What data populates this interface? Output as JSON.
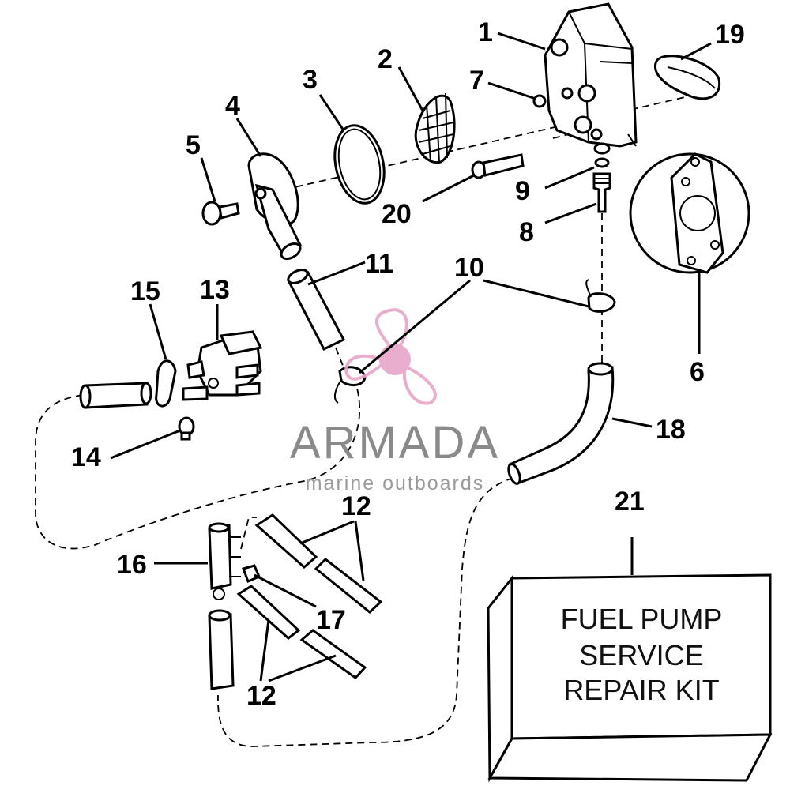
{
  "callouts": [
    {
      "id": "1",
      "label": "1"
    },
    {
      "id": "2",
      "label": "2"
    },
    {
      "id": "3",
      "label": "3"
    },
    {
      "id": "4",
      "label": "4"
    },
    {
      "id": "5",
      "label": "5"
    },
    {
      "id": "6",
      "label": "6"
    },
    {
      "id": "7",
      "label": "7"
    },
    {
      "id": "8",
      "label": "8"
    },
    {
      "id": "9",
      "label": "9"
    },
    {
      "id": "10",
      "label": "10"
    },
    {
      "id": "11",
      "label": "11"
    },
    {
      "id": "12a",
      "label": "12"
    },
    {
      "id": "12b",
      "label": "12"
    },
    {
      "id": "13",
      "label": "13"
    },
    {
      "id": "14",
      "label": "14"
    },
    {
      "id": "15",
      "label": "15"
    },
    {
      "id": "16",
      "label": "16"
    },
    {
      "id": "17",
      "label": "17"
    },
    {
      "id": "18",
      "label": "18"
    },
    {
      "id": "19",
      "label": "19"
    },
    {
      "id": "20",
      "label": "20"
    },
    {
      "id": "21",
      "label": "21"
    }
  ],
  "kit_box": {
    "line1": "FUEL PUMP",
    "line2": "SERVICE",
    "line3": "REPAIR KIT"
  },
  "watermark": {
    "brand": "ARMADA",
    "tagline": "marine outboards",
    "brand_color": "#8a8a8a",
    "accent_color": "#e7a6c9"
  }
}
